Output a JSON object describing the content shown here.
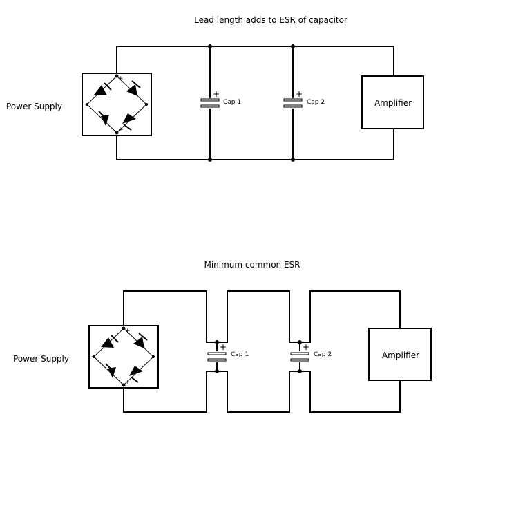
{
  "diagram1": {
    "title": "Lead length adds to ESR of capacitor",
    "power_supply_label": "Power Supply",
    "cap1_label": "Cap 1",
    "cap2_label": "Cap 2",
    "amplifier_label": "Amplifier"
  },
  "diagram2": {
    "title": "Minimum common ESR",
    "power_supply_label": "Power Supply",
    "cap1_label": "Cap 1",
    "cap2_label": "Cap 2",
    "amplifier_label": "Amplifier"
  },
  "symbols": {
    "plus": "+",
    "minus": "-"
  },
  "colors": {
    "ink": "#000000",
    "background": "#ffffff"
  }
}
